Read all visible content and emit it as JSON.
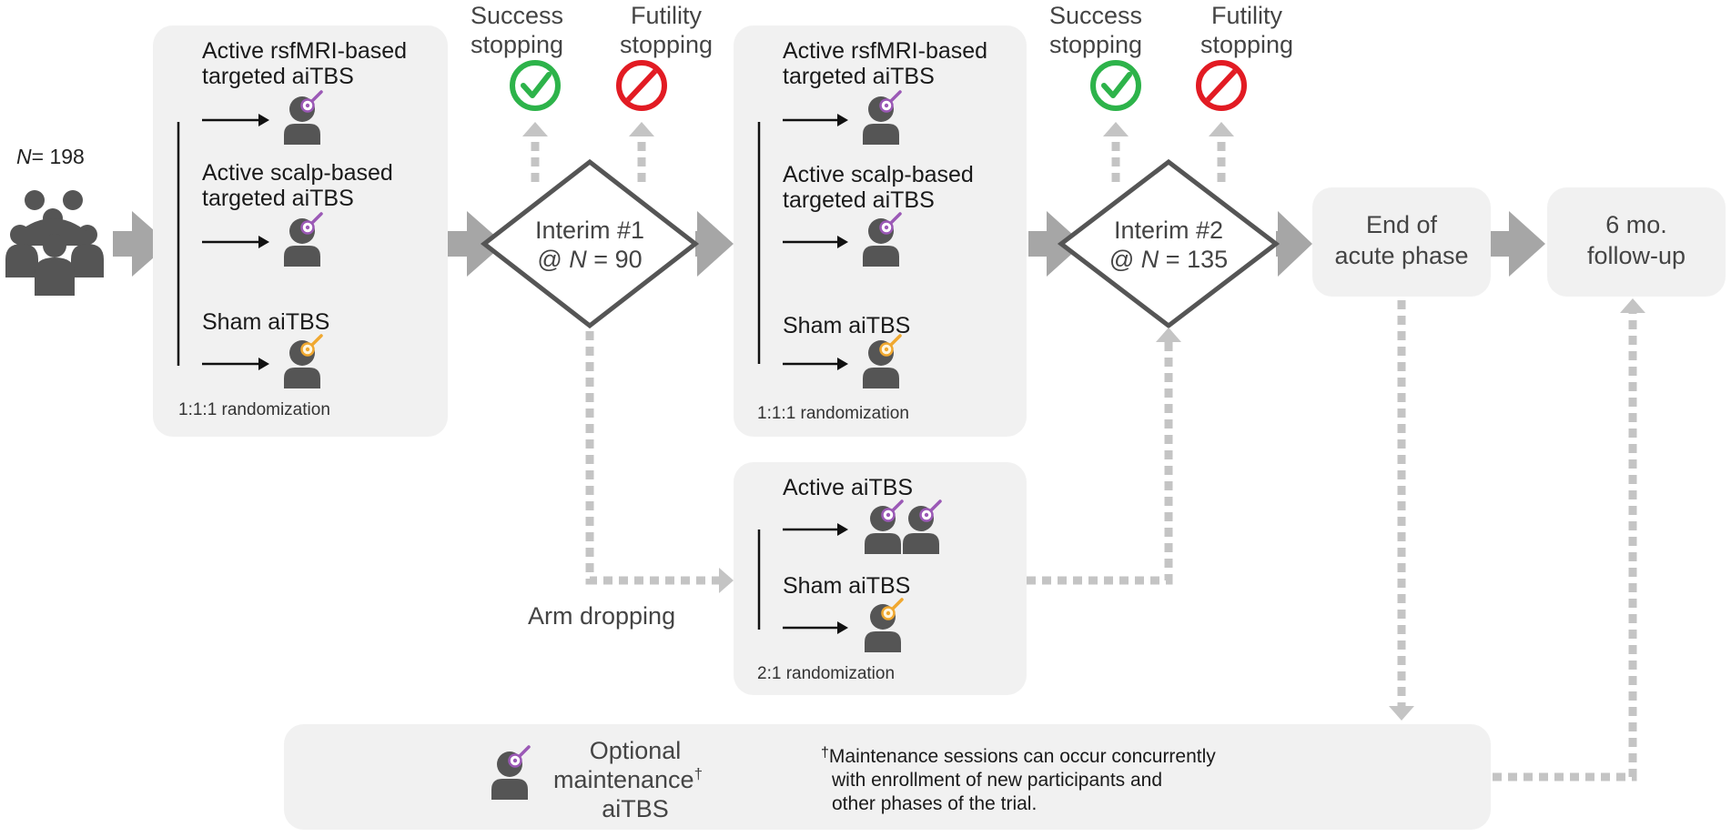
{
  "sample": {
    "n_label": "N",
    "n_value": "= 198"
  },
  "stage1": {
    "arm1_line1": "Active rsfMRI-based",
    "arm1_line2": "targeted aiTBS",
    "arm2_line1": "Active scalp-based",
    "arm2_line2": "targeted aiTBS",
    "arm3": "Sham aiTBS",
    "randomization": "1:1:1 randomization"
  },
  "stop1": {
    "success_line1": "Success",
    "success_line2": "stopping",
    "futility_line1": "Futility",
    "futility_line2": "stopping"
  },
  "interim1": {
    "line1": "Interim #1",
    "line2_prefix": "@ ",
    "n_label": "N",
    "n_value": " = 90"
  },
  "stage2": {
    "arm1_line1": "Active rsfMRI-based",
    "arm1_line2": "targeted aiTBS",
    "arm2_line1": "Active scalp-based",
    "arm2_line2": "targeted aiTBS",
    "arm3": "Sham aiTBS",
    "randomization": "1:1:1 randomization"
  },
  "stop2": {
    "success_line1": "Success",
    "success_line2": "stopping",
    "futility_line1": "Futility",
    "futility_line2": "stopping"
  },
  "interim2": {
    "line1": "Interim #2",
    "line2_prefix": "@ ",
    "n_label": "N",
    "n_value": " = 135"
  },
  "end_acute": {
    "line1": "End of",
    "line2": "acute phase"
  },
  "followup": {
    "line1": "6 mo.",
    "line2": "follow-up"
  },
  "arm_dropping": {
    "label": "Arm dropping",
    "arm1": "Active aiTBS",
    "arm2": "Sham aiTBS",
    "randomization": "2:1 randomization"
  },
  "maintenance": {
    "line1": "Optional",
    "line2": "maintenance",
    "dagger": "†",
    "line3": "aiTBS",
    "note_dagger": "†",
    "note_line1": "Maintenance sessions can occur concurrently",
    "note_line2": "with enrollment of new participants and",
    "note_line3": "other phases of the trial."
  },
  "colors": {
    "active_coil": "#9b59b6",
    "sham_coil": "#f0a830",
    "success": "#2db34a",
    "futility": "#e21b23",
    "person": "#555555",
    "box": "#f1f1f1",
    "arrow": "#a6a6a6",
    "dotted": "#c4c4c4"
  },
  "icons": {
    "crowd": "group-of-people-icon",
    "active": "person-with-active-coil-icon",
    "sham": "person-with-sham-coil-icon",
    "success": "check-circle-icon",
    "futility": "prohibited-circle-icon"
  }
}
